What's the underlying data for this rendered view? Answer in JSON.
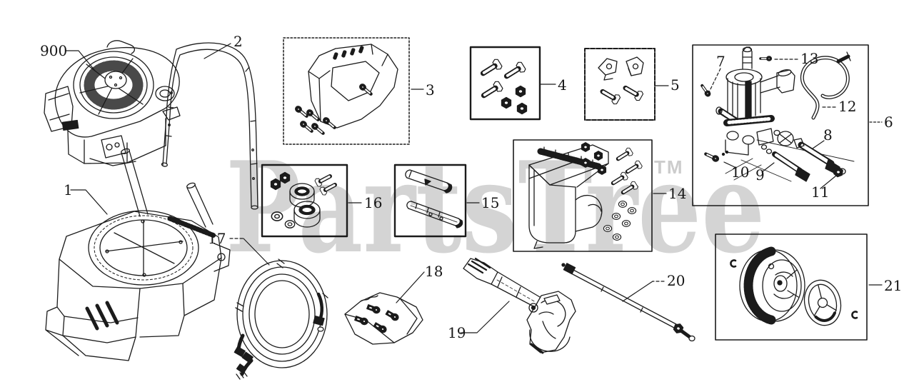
{
  "diagram": {
    "title_hint": "pressure-washer exploded parts diagram",
    "watermark": "PartsTree",
    "watermark_tm": "TM",
    "colors": {
      "background": "#ffffff",
      "line": "#1b1b1b",
      "watermark": "#d4d4d4"
    },
    "callouts": {
      "p900": "900",
      "p1": "1",
      "p2": "2",
      "p3": "3",
      "p4": "4",
      "p5": "5",
      "p6": "6",
      "p7": "7",
      "p8": "8",
      "p9": "9",
      "p10": "10",
      "p11": "11",
      "p12": "12",
      "p13": "13",
      "p14": "14",
      "p15": "15",
      "p16": "16",
      "p17": "17",
      "p18": "18",
      "p19": "19",
      "p20": "20",
      "p21": "21"
    }
  }
}
